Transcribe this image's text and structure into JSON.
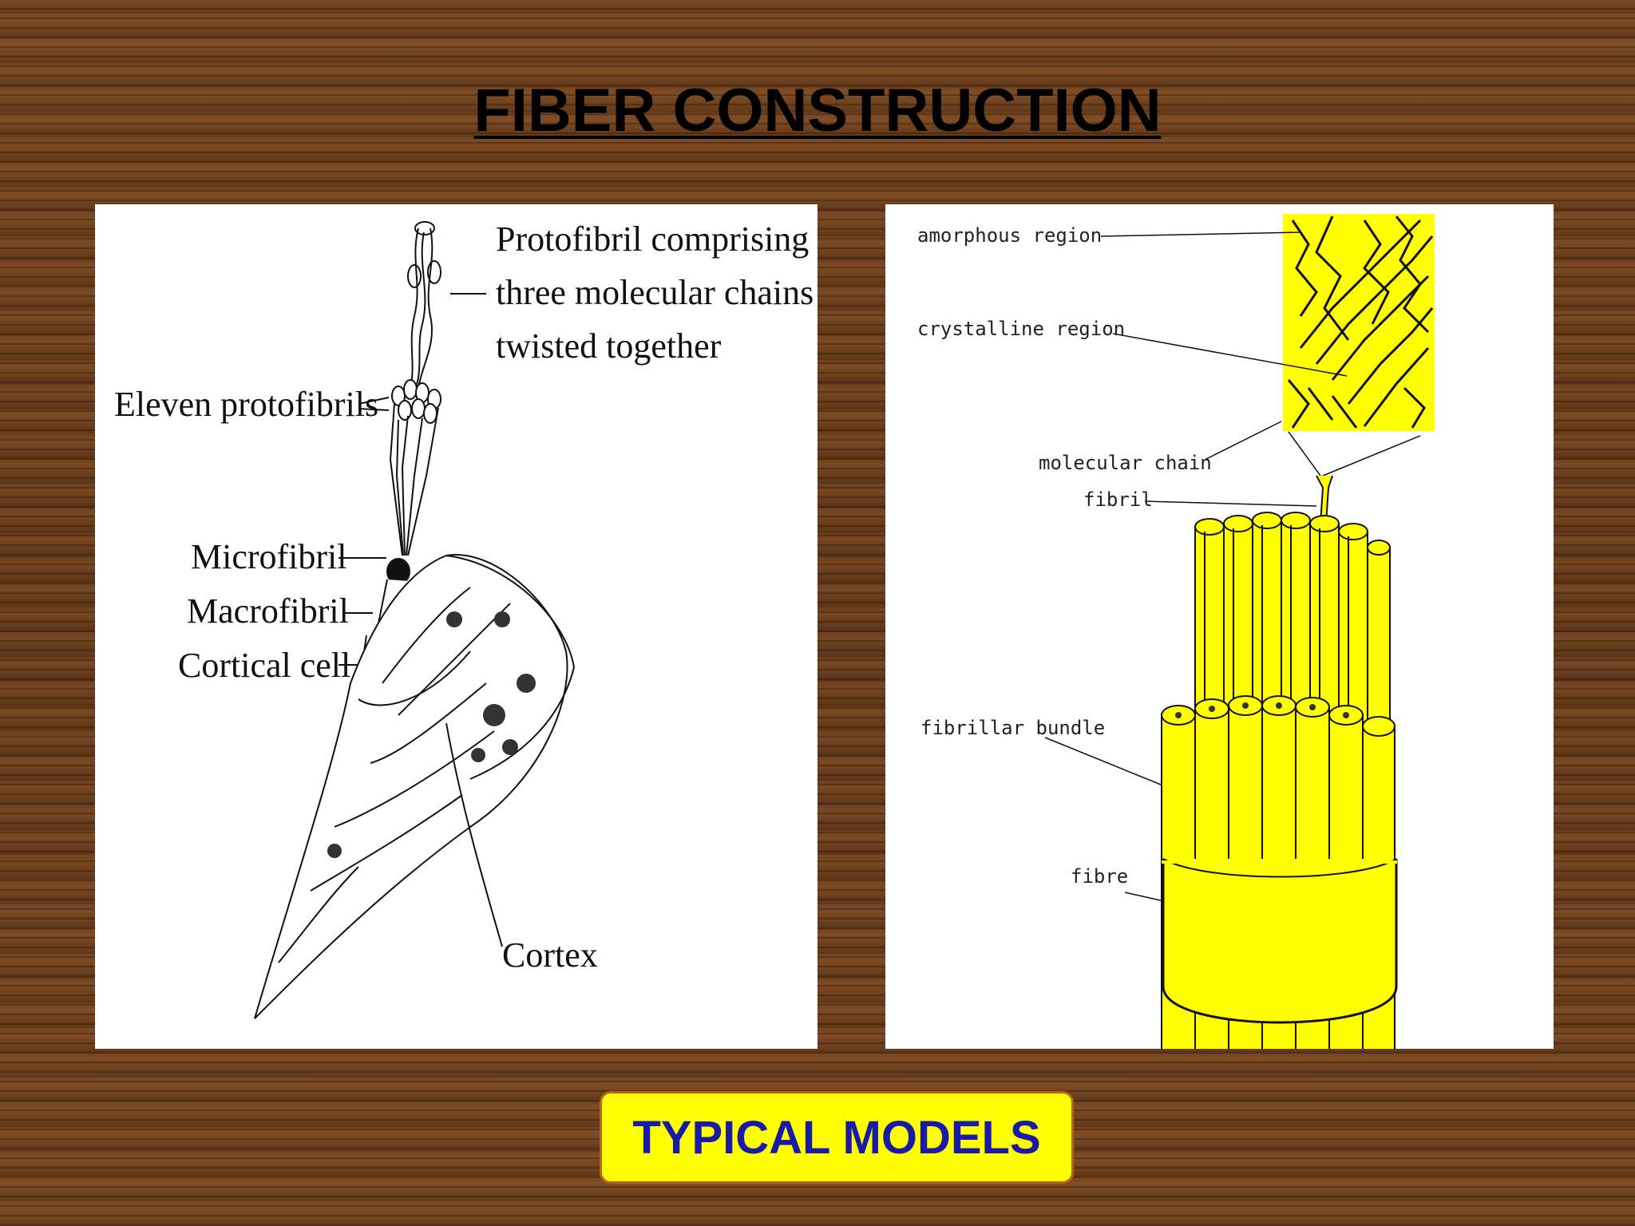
{
  "title": "FIBER CONSTRUCTION",
  "left_diagram": {
    "labels": {
      "protofibril_1": "Protofibril comprising",
      "protofibril_2": "three molecular chains",
      "protofibril_3": "twisted together",
      "eleven": "Eleven protofibrils",
      "microfibril": "Microfibril",
      "macrofibril": "Macrofibril",
      "cortical": "Cortical cell",
      "cortex": "Cortex"
    }
  },
  "right_diagram": {
    "labels": {
      "amorphous": "amorphous region",
      "crystalline": "crystalline region",
      "molecular_chain": "molecular chain",
      "fibril": "fibril",
      "fibrillar_bundle": "fibrillar bundle",
      "fibre": "fibre"
    },
    "colors": {
      "fill": "#ffff00",
      "outline": "#111111"
    }
  },
  "caption": "TYPICAL MODELS"
}
